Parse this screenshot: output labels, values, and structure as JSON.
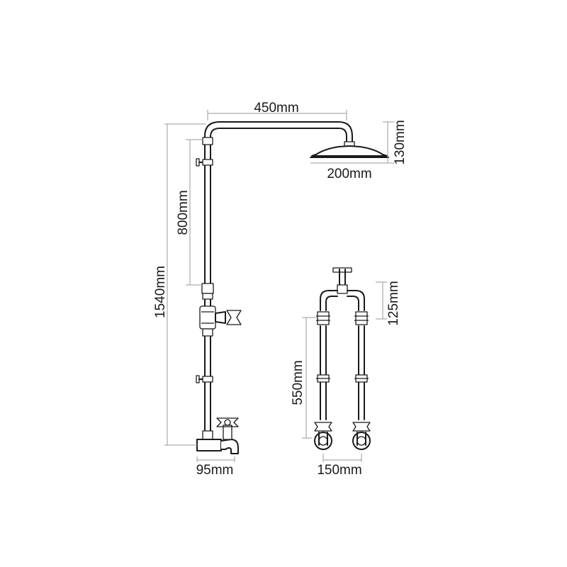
{
  "diagram": {
    "dimensions": {
      "width_arm": "450mm",
      "head_height": "130mm",
      "head_diameter": "200mm",
      "riser_segment": "800mm",
      "total_height": "1540mm",
      "tap_projection": "95mm",
      "top_drop": "125mm",
      "rail_length": "550mm",
      "centres": "150mm"
    },
    "colors": {
      "line": "#1a1a1a",
      "dimension_line": "#9a9a9a",
      "background": "#ffffff"
    }
  }
}
